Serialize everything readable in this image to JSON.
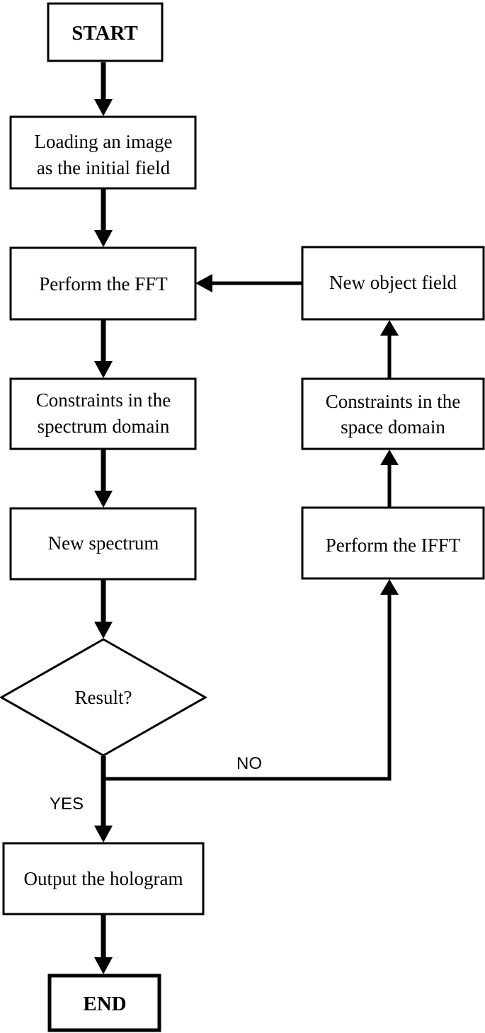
{
  "nodes": {
    "start": "START",
    "load": {
      "line1": "Loading an image",
      "line2": "as the initial field"
    },
    "fft": "Perform the FFT",
    "spectrum_constraints": {
      "line1": "Constraints in the",
      "line2": "spectrum domain"
    },
    "new_spectrum": "New spectrum",
    "decision": "Result?",
    "output": "Output the hologram",
    "end": "END",
    "ifft": "Perform the IFFT",
    "space_constraints": {
      "line1": "Constraints in the",
      "line2": "space domain"
    },
    "new_object": "New object field"
  },
  "edge_labels": {
    "no": "NO",
    "yes": "YES"
  }
}
